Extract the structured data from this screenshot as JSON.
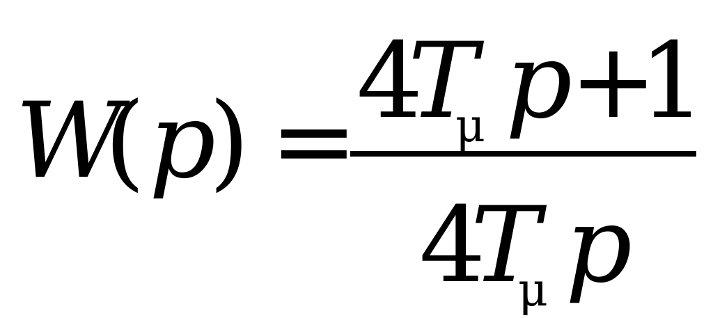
{
  "formula": {
    "lhs": {
      "function": "W",
      "open_paren": "(",
      "variable": "p",
      "close_paren": ")"
    },
    "equals": "=",
    "numerator": {
      "coefficient": "4",
      "symbol": "T",
      "subscript": "μ",
      "variable": "p",
      "operator": "+",
      "constant": "1"
    },
    "denominator": {
      "coefficient": "4",
      "symbol": "T",
      "subscript": "μ",
      "variable": "p"
    }
  }
}
